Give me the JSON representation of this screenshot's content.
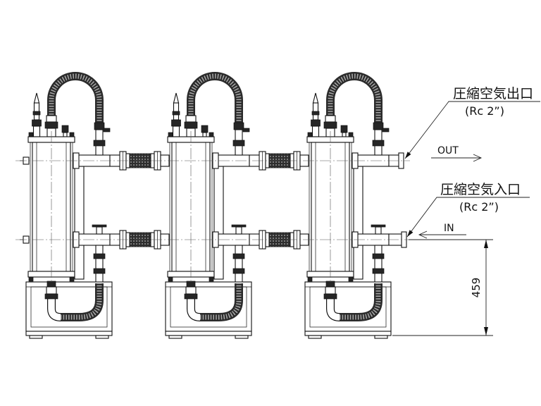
{
  "drawing": {
    "outlet": {
      "label": "圧縮空気出口",
      "spec": "(Rc 2”)"
    },
    "outlet_flow": "OUT",
    "inlet": {
      "label": "圧縮空気入口",
      "spec": "(Rc 2”)"
    },
    "inlet_flow": "IN",
    "height_dimension": "459"
  }
}
